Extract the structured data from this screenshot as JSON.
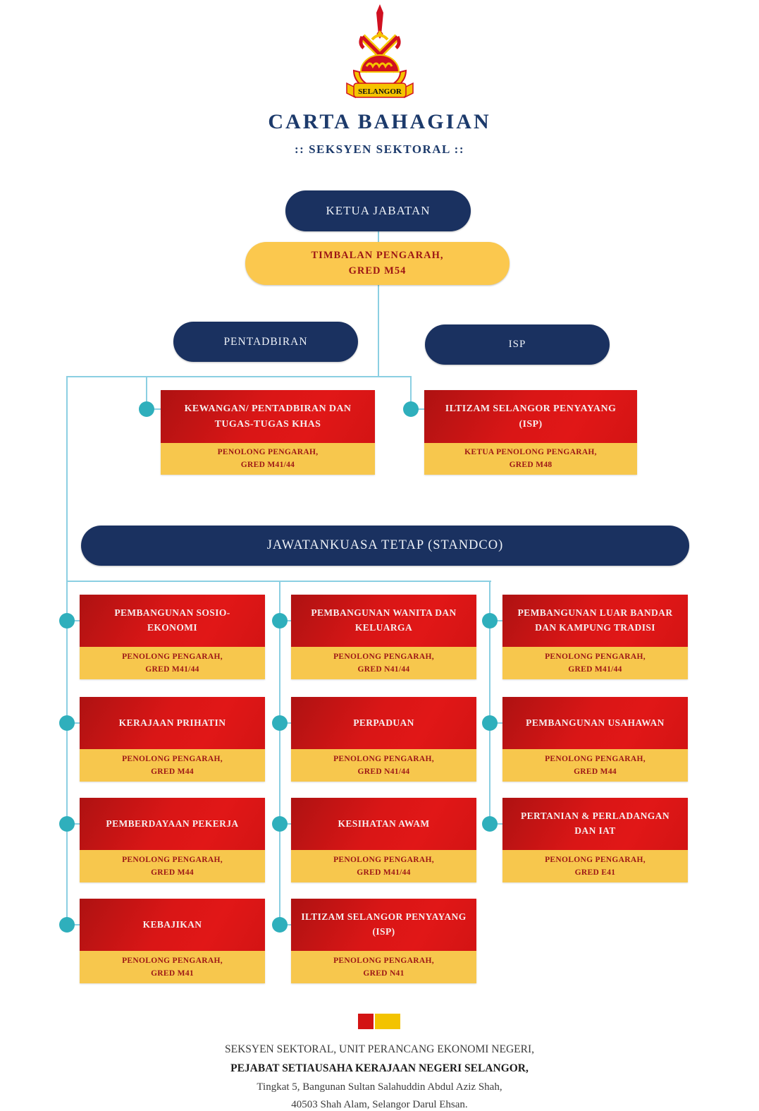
{
  "header": {
    "logo_banner": "SELANGOR",
    "title": "CARTA BAHAGIAN",
    "subtitle": ":: SEKSYEN SEKTORAL ::"
  },
  "top": {
    "ketua_jabatan": "KETUA JABATAN",
    "timbalan_line1": "TIMBALAN PENGARAH,",
    "timbalan_line2": "GRED M54",
    "pentadbiran": "PENTADBIRAN",
    "isp": "ISP"
  },
  "level2": {
    "kewangan": {
      "title": "KEWANGAN/ PENTADBIRAN DAN TUGAS-TUGAS KHAS",
      "role1": "PENOLONG PENGARAH,",
      "role2": "GRED M41/44"
    },
    "iltizam": {
      "title": "ILTIZAM SELANGOR PENYAYANG (ISP)",
      "role1": "KETUA PENOLONG PENGARAH,",
      "role2": "GRED M48"
    }
  },
  "standco": {
    "title": "JAWATANKUASA TETAP (STANDCO)",
    "boxes": [
      {
        "title": "PEMBANGUNAN SOSIO-EKONOMI",
        "role1": "PENOLONG PENGARAH,",
        "role2": "GRED M41/44"
      },
      {
        "title": "PEMBANGUNAN WANITA DAN KELUARGA",
        "role1": "PENOLONG PENGARAH,",
        "role2": "GRED N41/44"
      },
      {
        "title": "PEMBANGUNAN LUAR BANDAR DAN KAMPUNG TRADISI",
        "role1": "PENOLONG PENGARAH,",
        "role2": "GRED M41/44"
      },
      {
        "title": "KERAJAAN PRIHATIN",
        "role1": "PENOLONG PENGARAH,",
        "role2": "GRED M44"
      },
      {
        "title": "PERPADUAN",
        "role1": "PENOLONG PENGARAH,",
        "role2": "GRED N41/44"
      },
      {
        "title": "PEMBANGUNAN USAHAWAN",
        "role1": "PENOLONG PENGARAH,",
        "role2": "GRED M44"
      },
      {
        "title": "PEMBERDAYAAN PEKERJA",
        "role1": "PENOLONG PENGARAH,",
        "role2": "GRED M44"
      },
      {
        "title": "KESIHATAN AWAM",
        "role1": "PENOLONG PENGARAH,",
        "role2": "GRED M41/44"
      },
      {
        "title": "PERTANIAN & PERLADANGAN DAN IAT",
        "role1": "PENOLONG PENGARAH,",
        "role2": "GRED E41"
      },
      {
        "title": "KEBAJIKAN",
        "role1": "PENOLONG PENGARAH,",
        "role2": "GRED M41"
      },
      {
        "title": "ILTIZAM SELANGOR PENYAYANG (ISP)",
        "role1": "PENOLONG PENGARAH,",
        "role2": "GRED N41"
      }
    ]
  },
  "footer": {
    "line1": "SEKSYEN SEKTORAL, UNIT PERANCANG EKONOMI NEGERI,",
    "line2": "PEJABAT SETIAUSAHA KERAJAAN NEGERI SELANGOR,",
    "line3": "Tingkat 5, Bangunan Sultan Salahuddin Abdul Aziz Shah,",
    "line4": "40503 Shah Alam, Selangor Darul Ehsan."
  },
  "colors": {
    "navy": "#1a3160",
    "red": "#d31414",
    "yellow": "#f7c74d",
    "dark_red_text": "#9c1616",
    "connector_line": "#8bcfe2",
    "connector_dot": "#2fafbc",
    "title_navy": "#1c3a6b"
  }
}
